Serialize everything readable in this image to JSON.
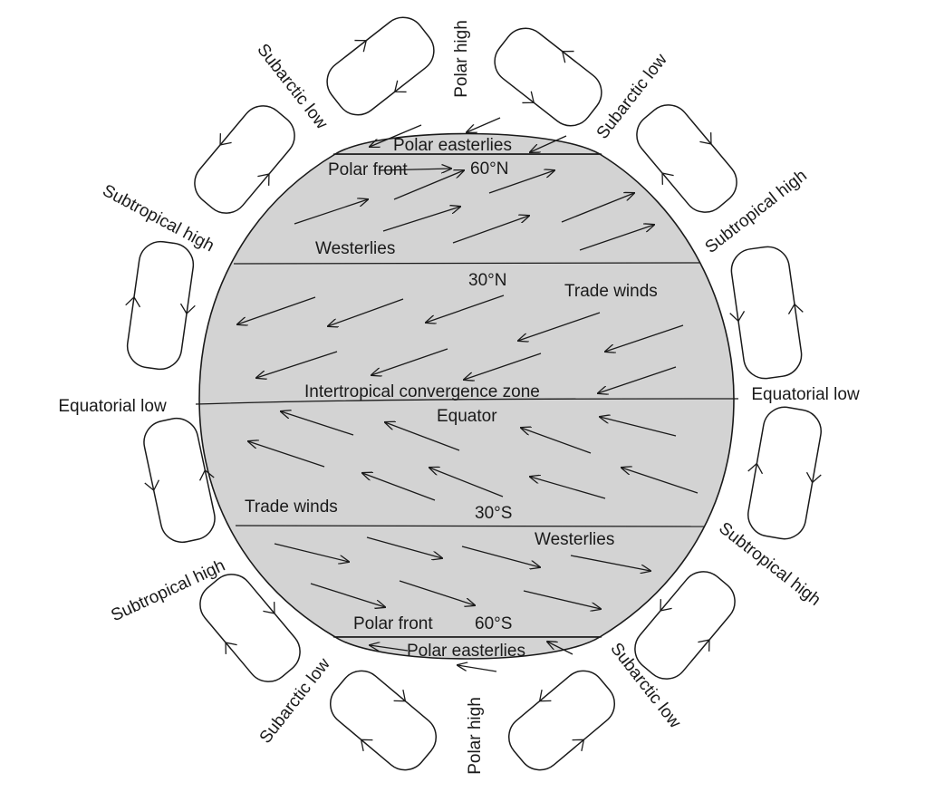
{
  "globe_labels": {
    "polar_easterlies_north": "Polar easterlies",
    "polar_front_north": "Polar front",
    "lat_60n": "60°N",
    "westerlies_north": "Westerlies",
    "lat_30n": "30°N",
    "trade_winds_north": "Trade winds",
    "itcz": "Intertropical convergence zone",
    "equator": "Equator",
    "trade_winds_south": "Trade winds",
    "lat_30s": "30°S",
    "westerlies_south": "Westerlies",
    "polar_front_south": "Polar front",
    "lat_60s": "60°S",
    "polar_easterlies_south": "Polar easterlies"
  },
  "pressure_labels": {
    "polar_high_top": "Polar high",
    "subarctic_low_top_left": "Subarctic low",
    "subarctic_low_top_right": "Subarctic low",
    "subtropical_high_upper_left": "Subtropical high",
    "subtropical_high_upper_right": "Subtropical high",
    "equatorial_low_left": "Equatorial low",
    "equatorial_low_right": "Equatorial low",
    "subtropical_high_lower_left": "Subtropical high",
    "subtropical_high_lower_right": "Subtropical high",
    "subarctic_low_bottom_left": "Subarctic low",
    "subarctic_low_bottom_right": "Subarctic low",
    "polar_high_bottom": "Polar high"
  }
}
